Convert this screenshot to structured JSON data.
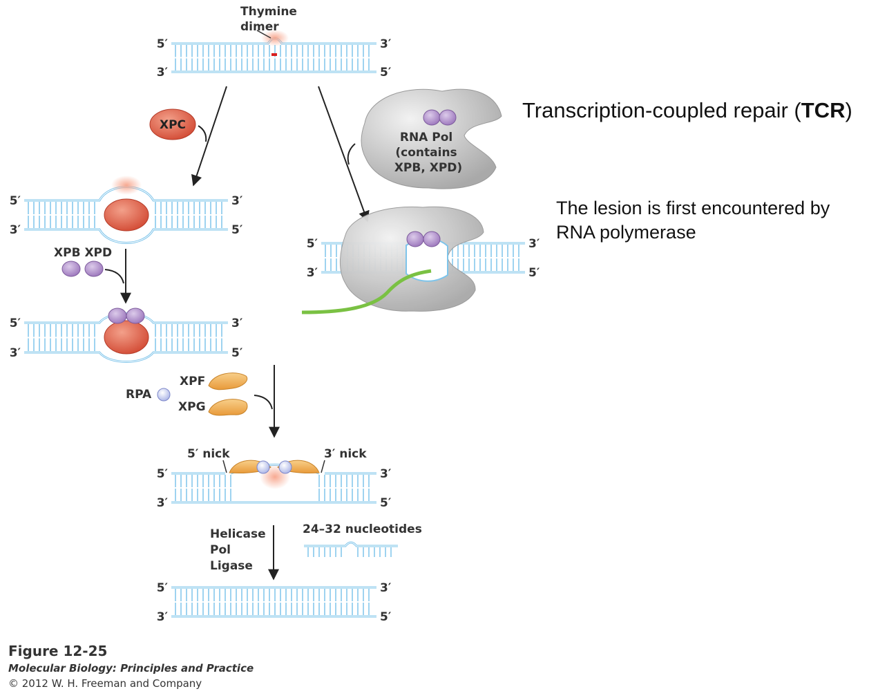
{
  "labels": {
    "thymine_dimer": [
      "Thymine",
      "dimer"
    ],
    "xpc": "XPC",
    "xpb_xpd": "XPB XPD",
    "xpf": "XPF",
    "xpg": "XPG",
    "rpa": "RPA",
    "rna_pol": [
      "RNA Pol",
      "(contains",
      "XPB, XPD)"
    ],
    "nick5": "5′ nick",
    "nick3": "3′ nick",
    "helicase_pol_ligase": [
      "Helicase",
      "Pol",
      "Ligase"
    ],
    "excised": "24–32 nucleotides",
    "end5": "5′",
    "end3": "3′"
  },
  "side": {
    "title_pre": "Transcription-coupled repair (",
    "title_bold": "TCR",
    "title_post": ")",
    "note": "The lesion is first encountered by RNA polymerase"
  },
  "caption": {
    "figure": "Figure 12-25",
    "book": "Molecular Biology: Principles and Practice",
    "copyright": "© 2012 W. H. Freeman and Company"
  },
  "colors": {
    "dna": "#7ec4ea",
    "xpc": "#d9503a",
    "xpb_xpd": "#a77fc4",
    "xpf_xpg": "#eda84a",
    "rpa": "#b8c0ea",
    "rna_pol": "#bdbdbd",
    "rna": "#7ac143",
    "lesion": "#d82020"
  }
}
